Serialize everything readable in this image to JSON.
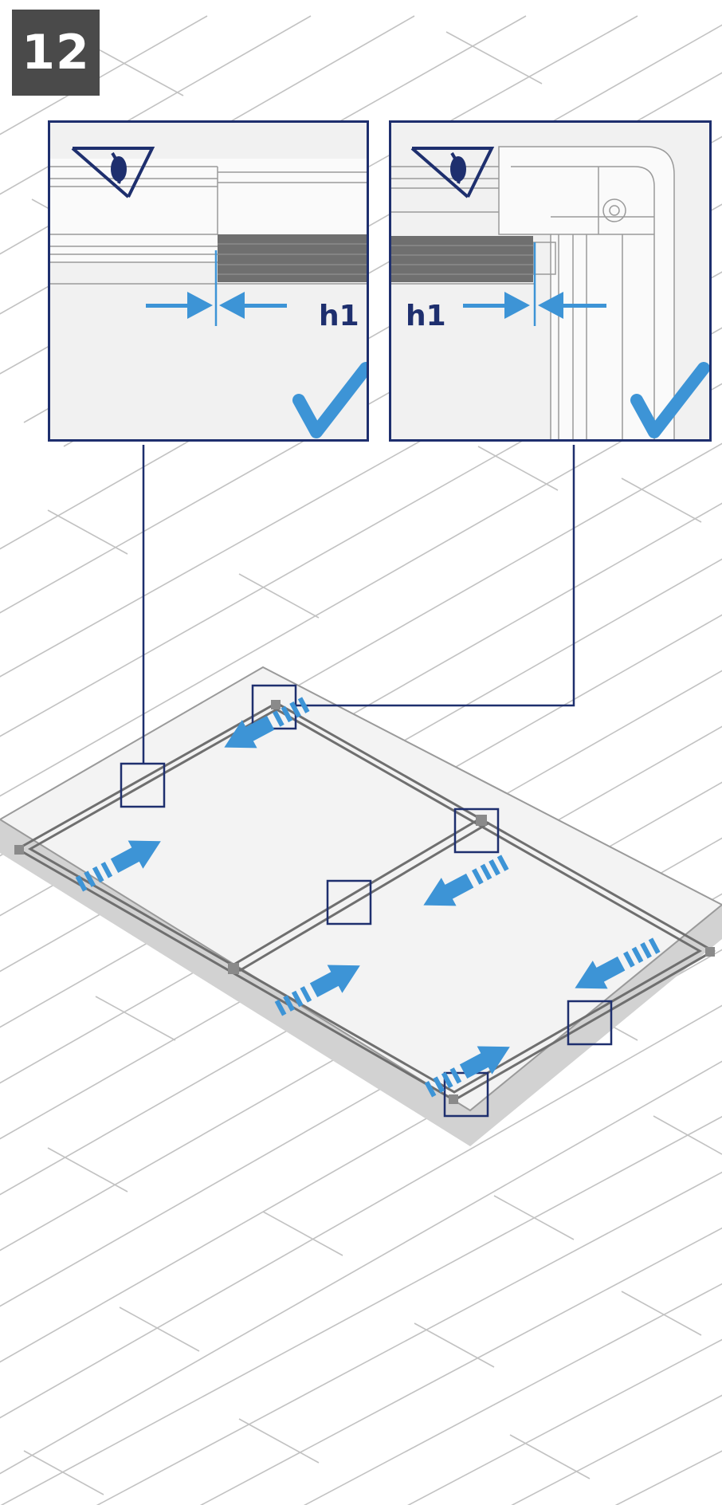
{
  "step": {
    "number": "12"
  },
  "details": {
    "left": {
      "measure_label": "h1",
      "status_icon": "checkmark-icon",
      "view_icon": "eye-sight-icon"
    },
    "right": {
      "measure_label": "h1",
      "status_icon": "checkmark-icon",
      "view_icon": "eye-sight-icon"
    }
  },
  "colors": {
    "badge_bg": "#4a4a4a",
    "frame_navy": "#1e2f6e",
    "accent_blue": "#3d94d6",
    "profile_dark": "#6f6f6f",
    "floor_lines": "#b9b9b9",
    "mat_gray": "#e0e0e0"
  },
  "checkpoints": [
    "corner-top",
    "joint-left",
    "corner-middle",
    "joint-middle",
    "joint-right",
    "corner-bottom"
  ]
}
